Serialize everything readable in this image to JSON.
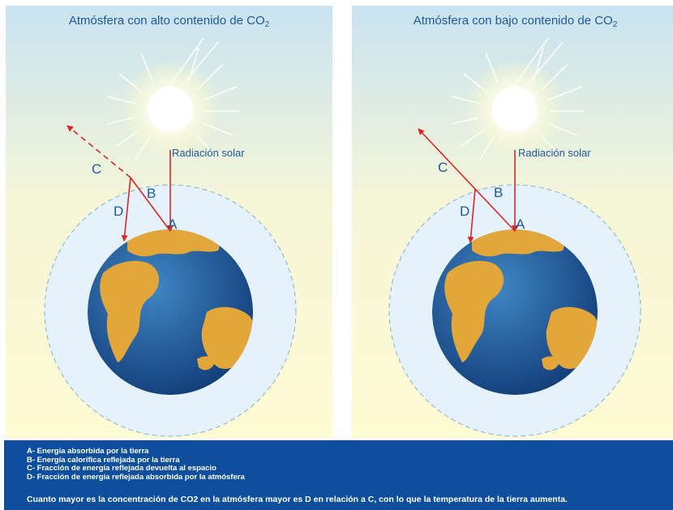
{
  "panels": {
    "high": {
      "title": "Atmósfera con alto contenido de CO",
      "title_sub": "2",
      "solar_label": "Radiación solar",
      "labels": {
        "a": "A",
        "b": "B",
        "c": "C",
        "d": "D"
      }
    },
    "low": {
      "title": "Atmósfera con bajo contenido de CO",
      "title_sub": "2",
      "solar_label": "Radiación solar",
      "labels": {
        "a": "A",
        "b": "B",
        "c": "C",
        "d": "D"
      }
    }
  },
  "legend": {
    "items": [
      "A- Energía absorbida por la tierra",
      "B- Energía calorífica reflejada por la tierra",
      "C- Fracción de energía reflejada devuelta al espacio",
      "D- Fracción de energía reflejada absorbida por la atmósfera"
    ],
    "conclusion": "Cuanto mayor es la concentración de CO2 en la atmósfera mayor es D en relación a C, con lo que la temperatura de la tierra aumenta."
  },
  "colors": {
    "sky_top": "#c9e4f2",
    "sky_bottom": "#fffbd6",
    "atmosphere": "#e6f2fb",
    "ocean": "#1e5fa0",
    "land": "#e3a63a",
    "arrow": "#d9262b",
    "text_blue": "#1d5a9a",
    "legend_bg": "#0d4f9c"
  }
}
